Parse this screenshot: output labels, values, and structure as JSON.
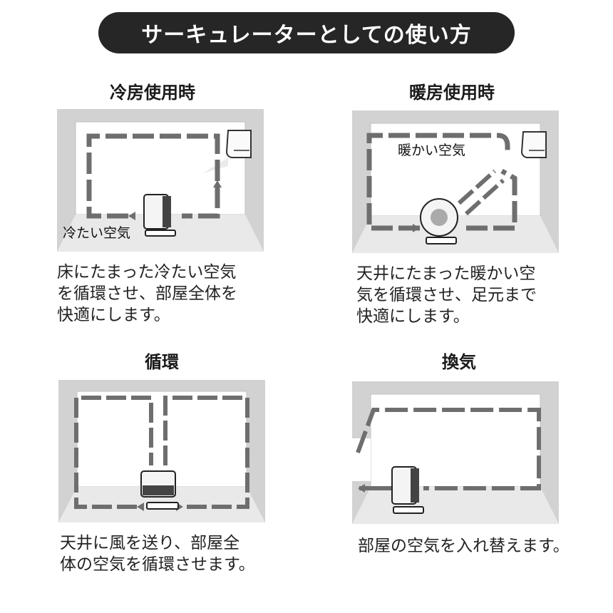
{
  "header": {
    "title": "サーキュレーターとしての使い方"
  },
  "panels": [
    {
      "title": "冷房使用時",
      "air_label": "冷たい空気",
      "description": "床にたまった冷たい空気\nを循環させ、部屋全体を\n快適にします。"
    },
    {
      "title": "暖房使用時",
      "air_label": "暖かい空気",
      "description": "天井にたまった暖かい空\n気を循環させ、足元まで\n快適にします。"
    },
    {
      "title": "循環",
      "description": "天井に風を送り、部屋全\n体の空気を循環させます。"
    },
    {
      "title": "換気",
      "description": "部屋の空気を入れ替えます。"
    }
  ],
  "colors": {
    "banner_bg": "#262626",
    "room_wall": "#d2d2d2",
    "room_floor": "#e9e9e9",
    "arrow": "#6e6e6e"
  },
  "icons": [
    "air-conditioner-icon",
    "circulator-fan-icon",
    "airflow-arrow-icon"
  ]
}
